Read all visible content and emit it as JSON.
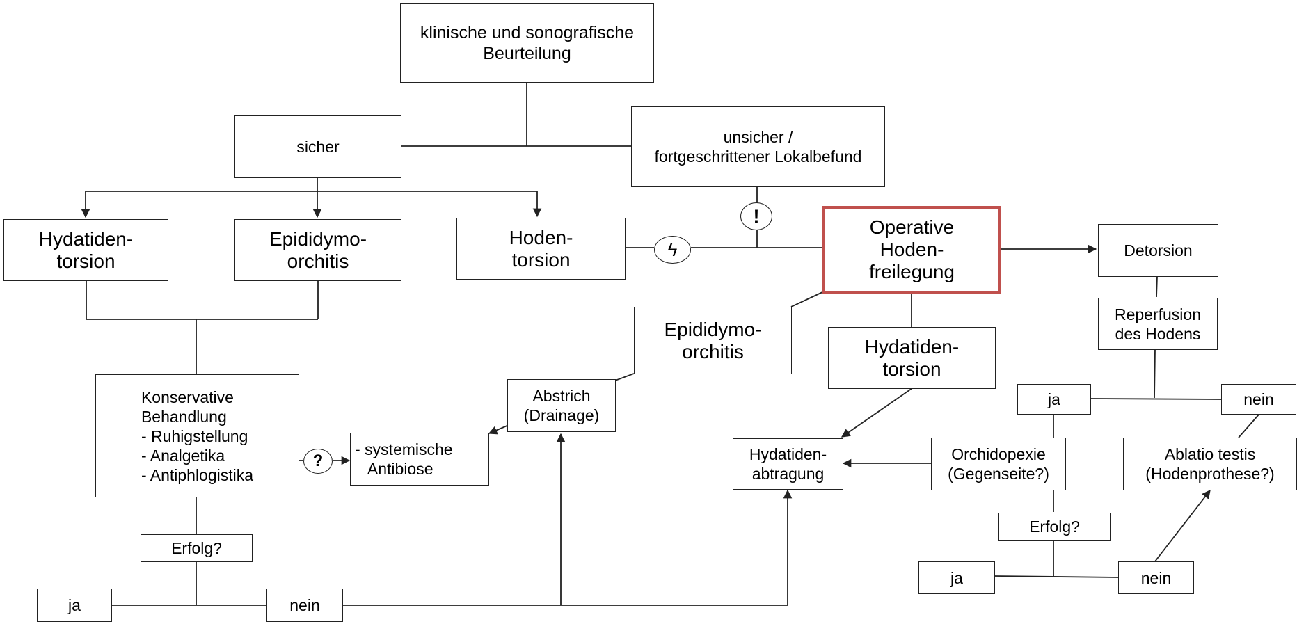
{
  "nodes": {
    "assessment": "klinische und sonografische\nBeurteilung",
    "sure": "sicher",
    "unsure": "unsicher /\nfortgeschrittener Lokalbefund",
    "hydatid_torsion_left": "Hydatiden-\ntorsion",
    "epididymo_left": "Epididymo-\norchitis",
    "testis_torsion": "Hoden-\ntorsion",
    "surgical_exposure": "Operative\nHoden-\nfreilegung",
    "detorsion": "Detorsion",
    "reperfusion": "Reperfusion\ndes Hodens",
    "epididymo_center": "Epididymo-\norchitis",
    "hydatid_torsion_center": "Hydatiden-\ntorsion",
    "conservative": "Konservative\nBehandlung\n- Ruhigstellung\n- Analgetika\n- Antiphlogistika",
    "antibiotics": "- systemische\n   Antibiose",
    "swab": "Abstrich\n(Drainage)",
    "hydatid_removal": "Hydatiden-\nabtragung",
    "orchidopexy": "Orchidopexie\n(Gegenseite?)",
    "ablation": "Ablatio testis\n(Hodenprothese?)",
    "success_left": "Erfolg?",
    "yes_left": "ja",
    "no_left": "nein",
    "yes_right": "ja",
    "no_right": "nein",
    "success_right": "Erfolg?",
    "yes_bottom_right": "ja",
    "no_bottom_right": "nein"
  },
  "symbols": {
    "exclamation": "!",
    "question": "?",
    "lightning": "ϟ"
  },
  "colors": {
    "line": "#222222",
    "highlight_border": "#c0504d"
  }
}
